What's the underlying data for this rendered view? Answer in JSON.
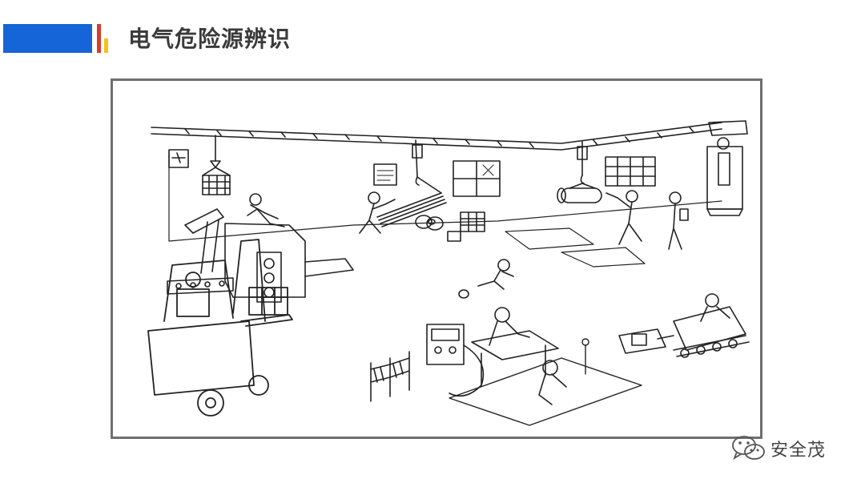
{
  "header": {
    "title": "电气危险源辨识",
    "colors": {
      "bar": "#1565d8",
      "red": "#d63b2b",
      "yellow": "#f3c316"
    }
  },
  "figure": {
    "content": "line-drawing-workshop-scene",
    "frame_color": "#6f6f6f"
  },
  "watermark": {
    "icon": "wechat-icon",
    "text": "安全茂"
  }
}
